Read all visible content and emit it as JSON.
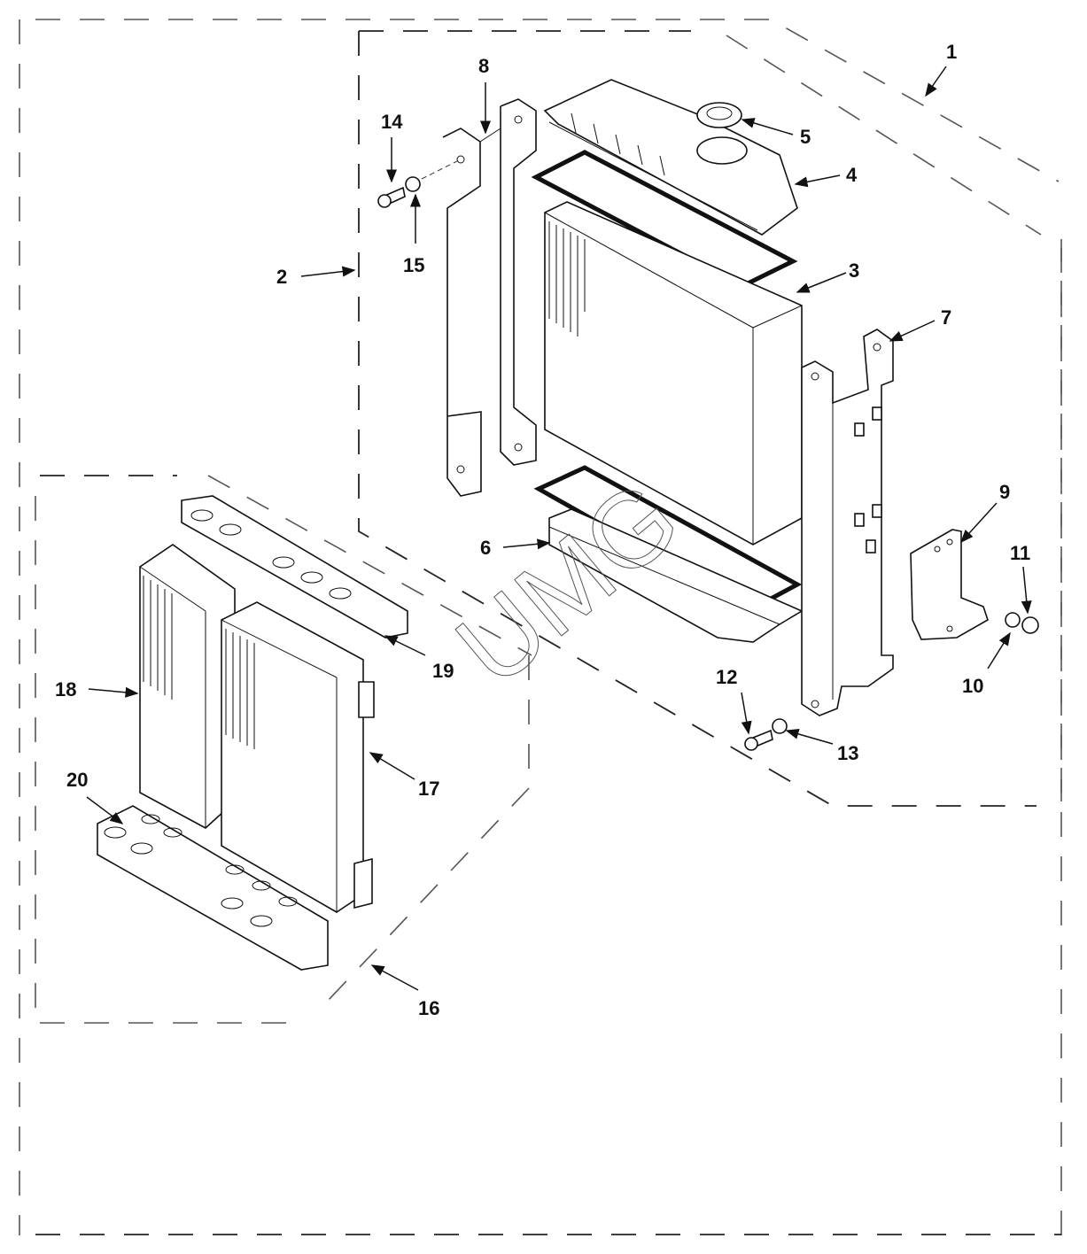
{
  "diagram": {
    "title": "Radiator assembly exploded view",
    "watermark": "UMG",
    "callouts": [
      {
        "id": "1",
        "label": "1",
        "part": "radiator-assembly-group"
      },
      {
        "id": "2",
        "label": "2",
        "part": "radiator-subassembly-group"
      },
      {
        "id": "3",
        "label": "3",
        "part": "radiator-core"
      },
      {
        "id": "4",
        "label": "4",
        "part": "top-tank"
      },
      {
        "id": "5",
        "label": "5",
        "part": "radiator-cap"
      },
      {
        "id": "6",
        "label": "6",
        "part": "bottom-tank"
      },
      {
        "id": "7",
        "label": "7",
        "part": "right-side-bracket"
      },
      {
        "id": "8",
        "label": "8",
        "part": "left-side-bracket"
      },
      {
        "id": "9",
        "label": "9",
        "part": "mounting-bracket"
      },
      {
        "id": "10",
        "label": "10",
        "part": "washer"
      },
      {
        "id": "11",
        "label": "11",
        "part": "nut"
      },
      {
        "id": "12",
        "label": "12",
        "part": "bolt"
      },
      {
        "id": "13",
        "label": "13",
        "part": "washer"
      },
      {
        "id": "14",
        "label": "14",
        "part": "bolt"
      },
      {
        "id": "15",
        "label": "15",
        "part": "washer"
      },
      {
        "id": "16",
        "label": "16",
        "part": "oil-cooler-group"
      },
      {
        "id": "17",
        "label": "17",
        "part": "oil-cooler"
      },
      {
        "id": "18",
        "label": "18",
        "part": "cooler-core"
      },
      {
        "id": "19",
        "label": "19",
        "part": "upper-channel-bracket"
      },
      {
        "id": "20",
        "label": "20",
        "part": "lower-channel-bracket"
      }
    ]
  }
}
